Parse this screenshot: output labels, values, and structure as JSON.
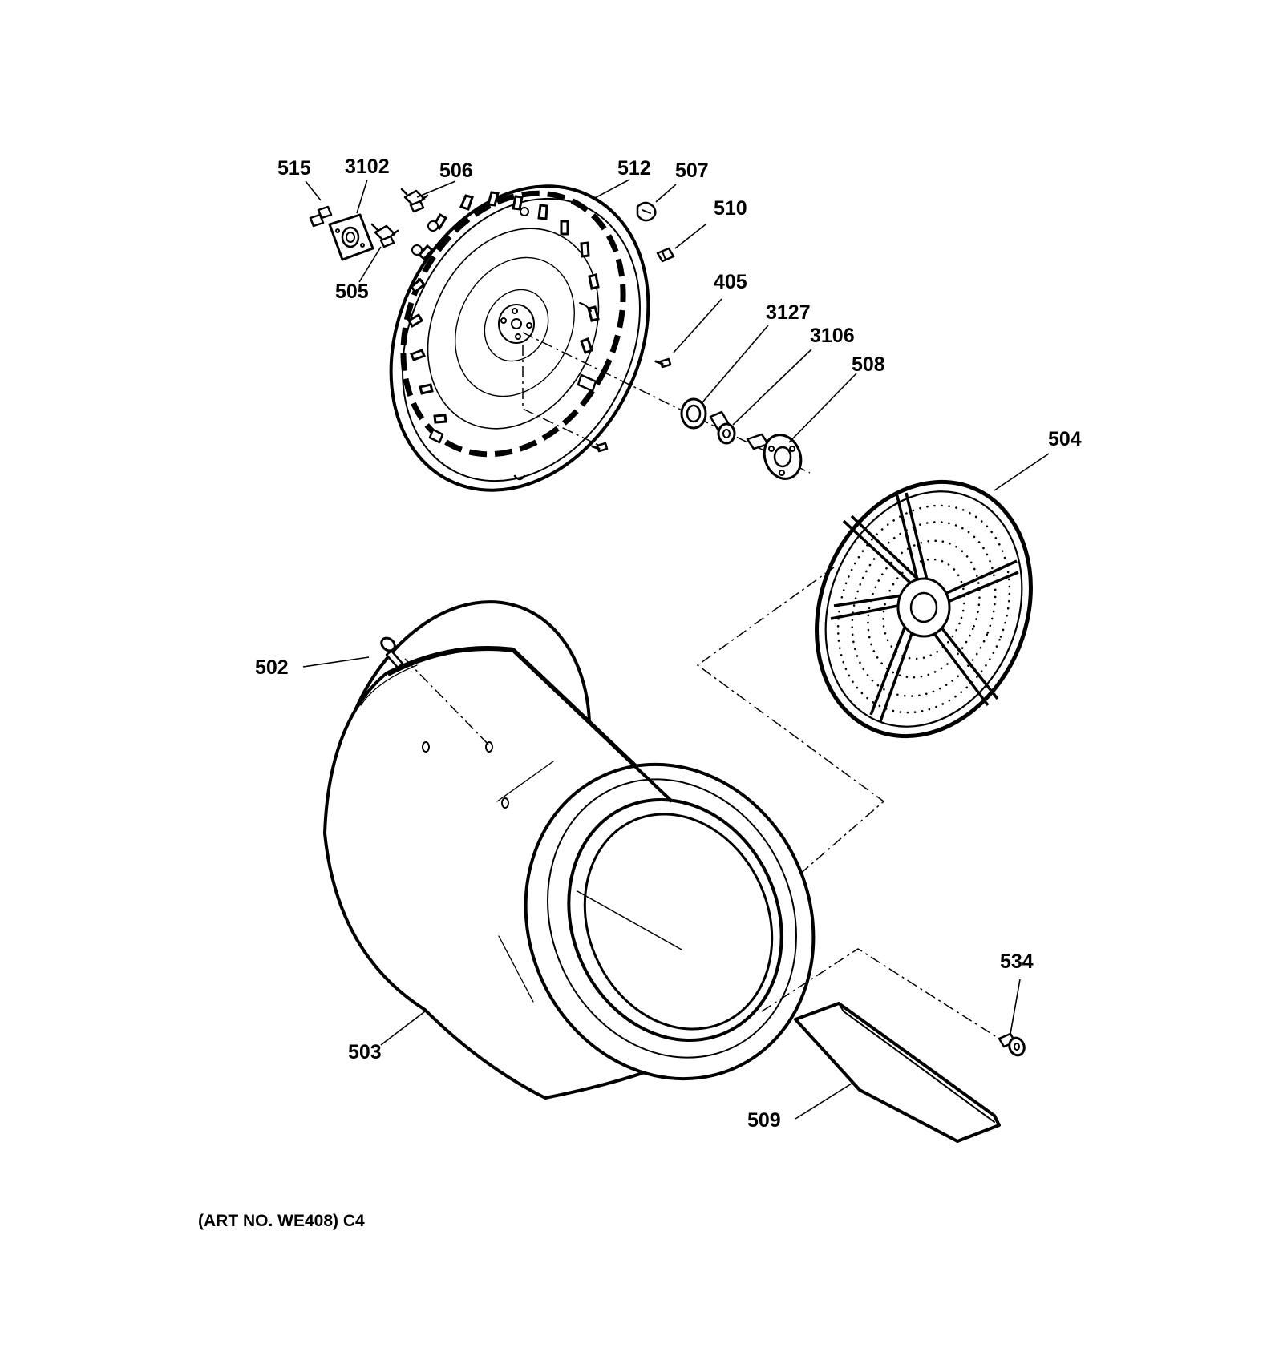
{
  "diagram": {
    "labels": {
      "p515": "515",
      "p3102": "3102",
      "p506": "506",
      "p512": "512",
      "p507": "507",
      "p510": "510",
      "p505": "505",
      "p405": "405",
      "p3127": "3127",
      "p3106": "3106",
      "p508": "508",
      "p504": "504",
      "p502": "502",
      "p503": "503",
      "p534": "534",
      "p509": "509"
    },
    "art_number": "(ART NO. WE408) C4"
  }
}
